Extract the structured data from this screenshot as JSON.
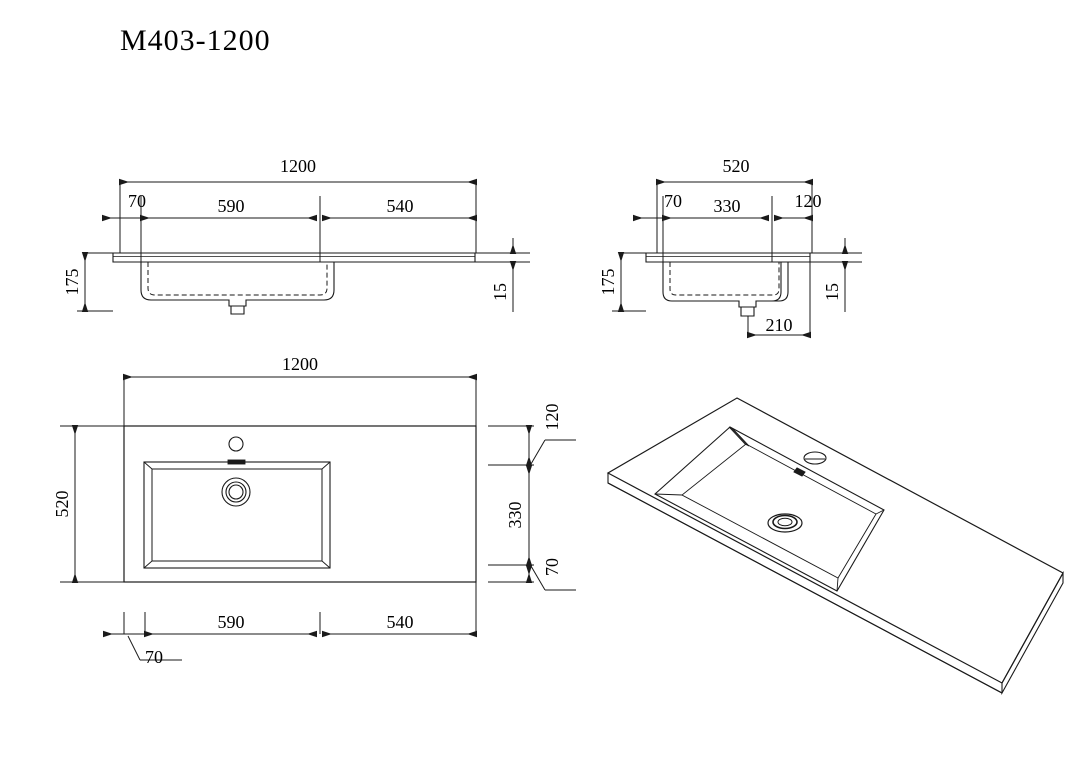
{
  "drawing": {
    "title": "M403-1200",
    "sheet_bg": "#ffffff",
    "line_color": "#1a1a1a"
  },
  "views": {
    "front_elevation": {
      "name": "front-elevation",
      "dimensions": {
        "overall_length": "1200",
        "left_offset": "70",
        "basin_length": "590",
        "right_length": "540",
        "overall_height": "175",
        "slab_thickness": "15"
      }
    },
    "side_elevation": {
      "name": "side-elevation",
      "dimensions": {
        "overall_depth": "520",
        "front_offset": "70",
        "basin_depth": "330",
        "rear_offset": "120",
        "overall_height": "175",
        "slab_thickness": "15",
        "drain_offset": "210"
      }
    },
    "plan": {
      "name": "plan-view",
      "dimensions": {
        "overall_length": "1200",
        "overall_depth": "520",
        "left_offset": "70",
        "basin_length": "590",
        "right_length": "540",
        "rear_offset": "120",
        "basin_depth": "330",
        "front_offset": "70"
      }
    },
    "isometric": {
      "name": "isometric-view"
    }
  }
}
